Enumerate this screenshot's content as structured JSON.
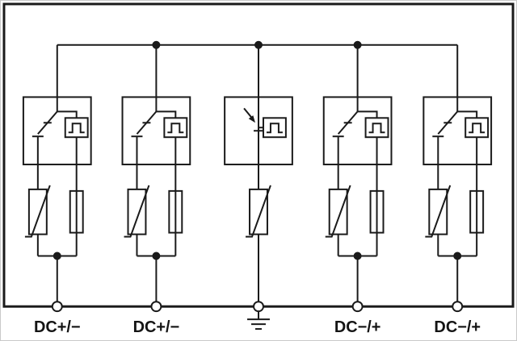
{
  "diagram": {
    "colors": {
      "line": "#1a1a1a",
      "background": "#ffffff",
      "terminal_fill": "#ffffff"
    },
    "icons": {
      "disconnect_switch": "switch-blade",
      "surge_pulse_indicator": "⎍",
      "varistor": "box-with-diagonal-strike",
      "fuse": "box-with-through-line",
      "earth_ground": "⏚",
      "terminal": "○",
      "junction": "●"
    },
    "terminals": [
      {
        "label": "DC+/−"
      },
      {
        "label": "DC+/−"
      },
      {
        "label": "",
        "icon": "earth-ground-symbol"
      },
      {
        "label": "DC−/+"
      },
      {
        "label": "DC−/+"
      }
    ]
  }
}
